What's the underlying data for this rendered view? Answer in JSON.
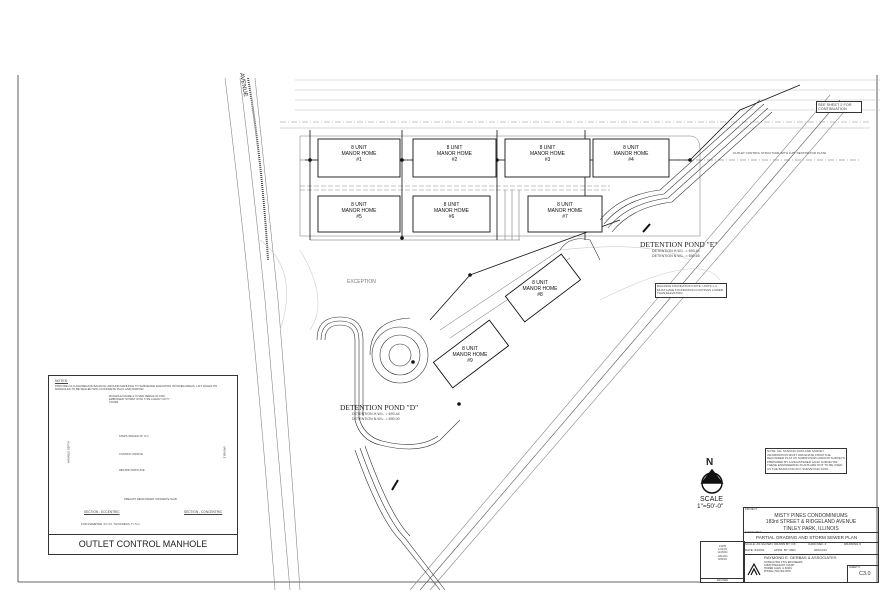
{
  "street_label": "AVENUE",
  "continuation_note": "SEE SHEET 2 FOR CONTINUATION",
  "exception_label": "EXCEPTION",
  "buildings": [
    {
      "line1": "8 UNIT",
      "line2": "MANOR HOME",
      "num": "#1"
    },
    {
      "line1": "8 UNIT",
      "line2": "MANOR HOME",
      "num": "#2"
    },
    {
      "line1": "8 UNIT",
      "line2": "MANOR HOME",
      "num": "#3"
    },
    {
      "line1": "8 UNIT",
      "line2": "MANOR HOME",
      "num": "#4"
    },
    {
      "line1": "8 UNIT",
      "line2": "MANOR HOME",
      "num": "#5"
    },
    {
      "line1": "8 UNIT",
      "line2": "MANOR HOME",
      "num": "#6"
    },
    {
      "line1": "8 UNIT",
      "line2": "MANOR HOME",
      "num": "#7"
    },
    {
      "line1": "8 UNIT",
      "line2": "MANOR HOME",
      "num": "#8"
    },
    {
      "line1": "8 UNIT",
      "line2": "MANOR HOME",
      "num": "#9"
    }
  ],
  "ponds": {
    "d": {
      "name": "DETENTION POND \"D\"",
      "line1": "DETENTION H.W.L. = 693.44",
      "line2": "DETENTION N.W.L. = 690.00"
    },
    "e": {
      "name": "DETENTION POND \"E\"",
      "line1": "DETENTION H.W.L. = 693.44",
      "line2": "DETENTION N.W.L. = 690.65"
    }
  },
  "outlet_structure_note": "OUTLET CONTROL STRUCTURE WITH 3.25\" RESTRICTOR PLATE",
  "survey_note": "NOTE: ALL STAKING DATA AND SURVEY INFORMATION MUST ORIGINATE FROM THE RECORDED PLAT OF SUBDIVISION AND/OR SURVEYS PREPARED BY A REGISTERED LAND SURVEYOR. THESE ENGINEERING PLANS ARE NOT TO BE USED AS THE BASIS FOR ANY SURVEYING DATA.",
  "foundation_note": "BUILDING FOUNDATION NOTE: UNITS 1-4 MUST HAVE FOUNDATION FOOTINGS LOWER THAN ELEVATION",
  "north": {
    "letter": "N",
    "scale_label": "SCALE",
    "scale_value": "1\"=50'-0\""
  },
  "manhole_detail": {
    "title": "OUTLET CONTROL MANHOLE",
    "notes_heading": "NOTES:",
    "notes": "PROVIDE CA-6 AGGREGATE BACKFILL AROUND MANHOLE TO SUBGRADE ELEVATION IN PAVED AREAS. LIFT HOLES ON MANHOLES TO BE SEALED WITH CONCRETE PLUG AND MORTAR.",
    "frame_note": "MANHOLE FRAME & COVER NEENAH R-1530, EMBOSSED \"STORM\" WITH TYPE A HEAVY DUTY COVER",
    "section_left": "SECTION - ECCENTRIC",
    "section_right": "SECTION - CONCENTRIC",
    "labels": [
      "STEPS SPACED 16\" O.C.",
      "CONTROL ORIFICE",
      "RESTRICTOR PLATE",
      "PRECAST REINFORCED CONCRETE SLAB",
      "VARIABLE DEPTH",
      "VARIABLE"
    ],
    "dims": "FOR DIAMETER, D= 4 ft.   THICKNESS, T= 5 in."
  },
  "title_block": {
    "project_label": "PROJECT:",
    "project_name": "MISTY PINES CONDOMINIUMS",
    "project_street": "183rd STREET & RIDGELAND AVENUE",
    "project_city": "TINLEY PARK, ILLINOIS",
    "sheet_title_label": "SHEET TITLE:",
    "sheet_title": "PARTIAL GRADING AND STORM SEWER PLAN",
    "scale": "SCALE: AS SHOWN",
    "drawn_by": "DRAWN BY: DK",
    "cadd_ref": "CADD REF. #",
    "drawing_no": "DRAWING #",
    "date": "DATE: 5/10/04",
    "appr_by": "APPR. BY: RED",
    "cadd_value": "2003-044",
    "firm_name": "RAYMOND E. DERBAS & ASSOCIATES",
    "firm_line1": "CONSULTING CIVIL ENGINEERS",
    "firm_line2": "12845 PHEASANT COURT",
    "firm_line3": "HOMER GLEN, IL 60491",
    "firm_phone": "PHONE (708) 301-0578",
    "sheet_label": "SHEET #",
    "sheet_no": "C3.0",
    "revisions": [
      "1/9/05",
      "1/21/04",
      "11/29/04",
      "10/11/04",
      "9/20/04"
    ],
    "revised_label": "REVISED"
  },
  "colors": {
    "ink": "#222222",
    "light": "#9a9a9a",
    "paper": "#ffffff"
  }
}
